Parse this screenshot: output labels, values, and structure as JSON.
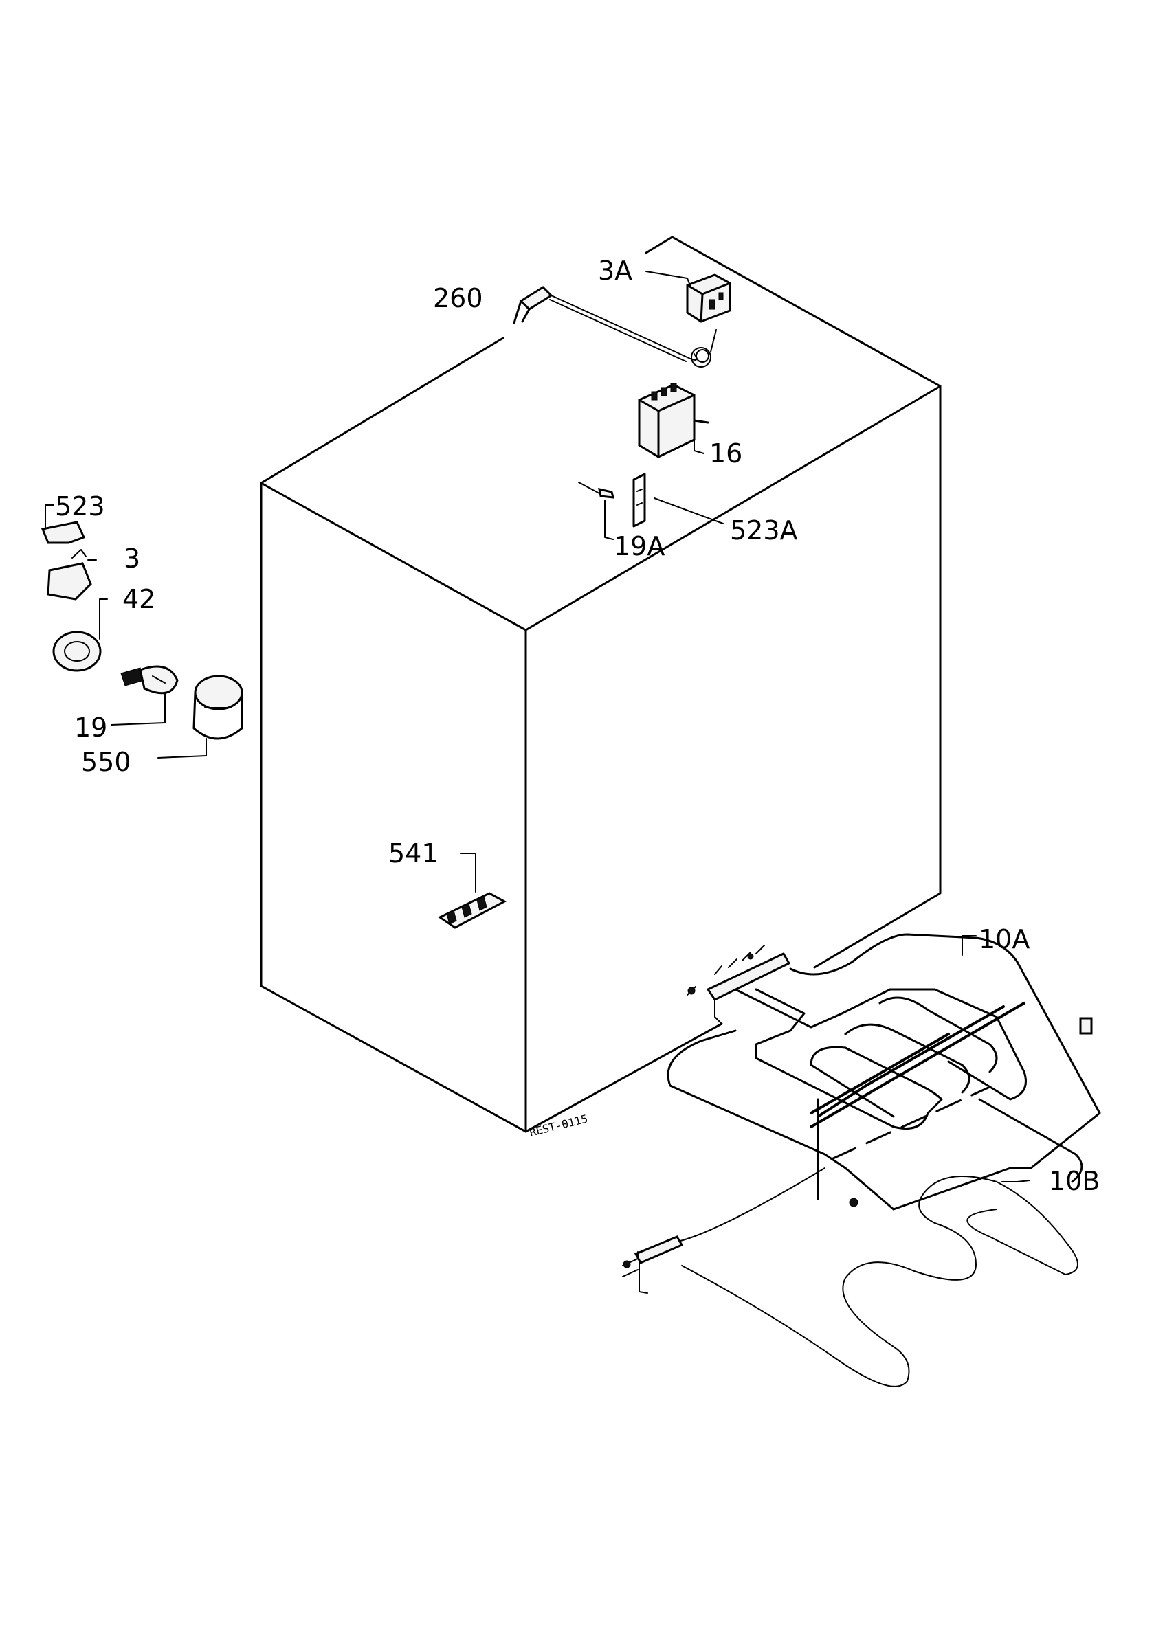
{
  "diagram": {
    "background": "#ffffff",
    "ink": "#000000",
    "callouts": {
      "c260": "260",
      "c3A": "3A",
      "c16": "16",
      "c19A": "19A",
      "c523A": "523A",
      "c523": "523",
      "c3": "3",
      "c42": "42",
      "c19": "19",
      "c550": "550",
      "c541": "541",
      "c10A": "10A",
      "c10B": "10B"
    },
    "drawing_code": "REST-0115"
  }
}
